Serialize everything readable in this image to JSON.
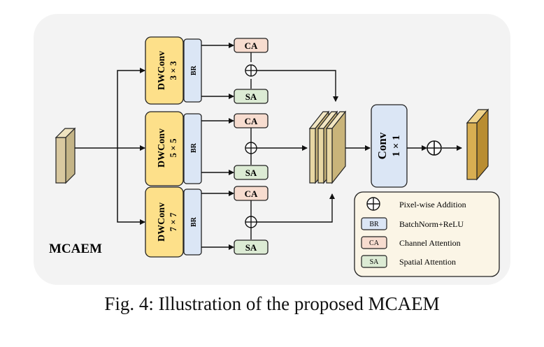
{
  "figure": {
    "module_label": "MCAEM",
    "caption": "Fig. 4: Illustration of the proposed MCAEM"
  },
  "branches": [
    {
      "dwconv_label": "DWConv",
      "kernel_label": "3 × 3",
      "br_label": "BR",
      "ca_label": "CA",
      "sa_label": "SA"
    },
    {
      "dwconv_label": "DWConv",
      "kernel_label": "5 × 5",
      "br_label": "BR",
      "ca_label": "CA",
      "sa_label": "SA"
    },
    {
      "dwconv_label": "DWConv",
      "kernel_label": "7 × 7",
      "br_label": "BR",
      "ca_label": "CA",
      "sa_label": "SA"
    }
  ],
  "conv": {
    "label": "Conv",
    "kernel_label": "1 × 1"
  },
  "legend": [
    {
      "key": "",
      "text": "Pixel-wise Addition",
      "icon": "plus-circle-icon"
    },
    {
      "key": "BR",
      "text": "BatchNorm+ReLU",
      "color": "#dbe6f5"
    },
    {
      "key": "CA",
      "text": "Channel Attention",
      "color": "#f7dccf"
    },
    {
      "key": "SA",
      "text": "Spatial Attention",
      "color": "#dcebd4"
    }
  ],
  "colors": {
    "background_panel": "#f4f4f4",
    "dwconv": "#fde08a",
    "br": "#dbe6f5",
    "ca": "#f7dccf",
    "sa": "#dcebd4",
    "conv": "#dbe6f5",
    "input_feature": "#d9c9a0",
    "output_feature": "#d8ae52",
    "legend_bg": "#fbf5e6"
  }
}
